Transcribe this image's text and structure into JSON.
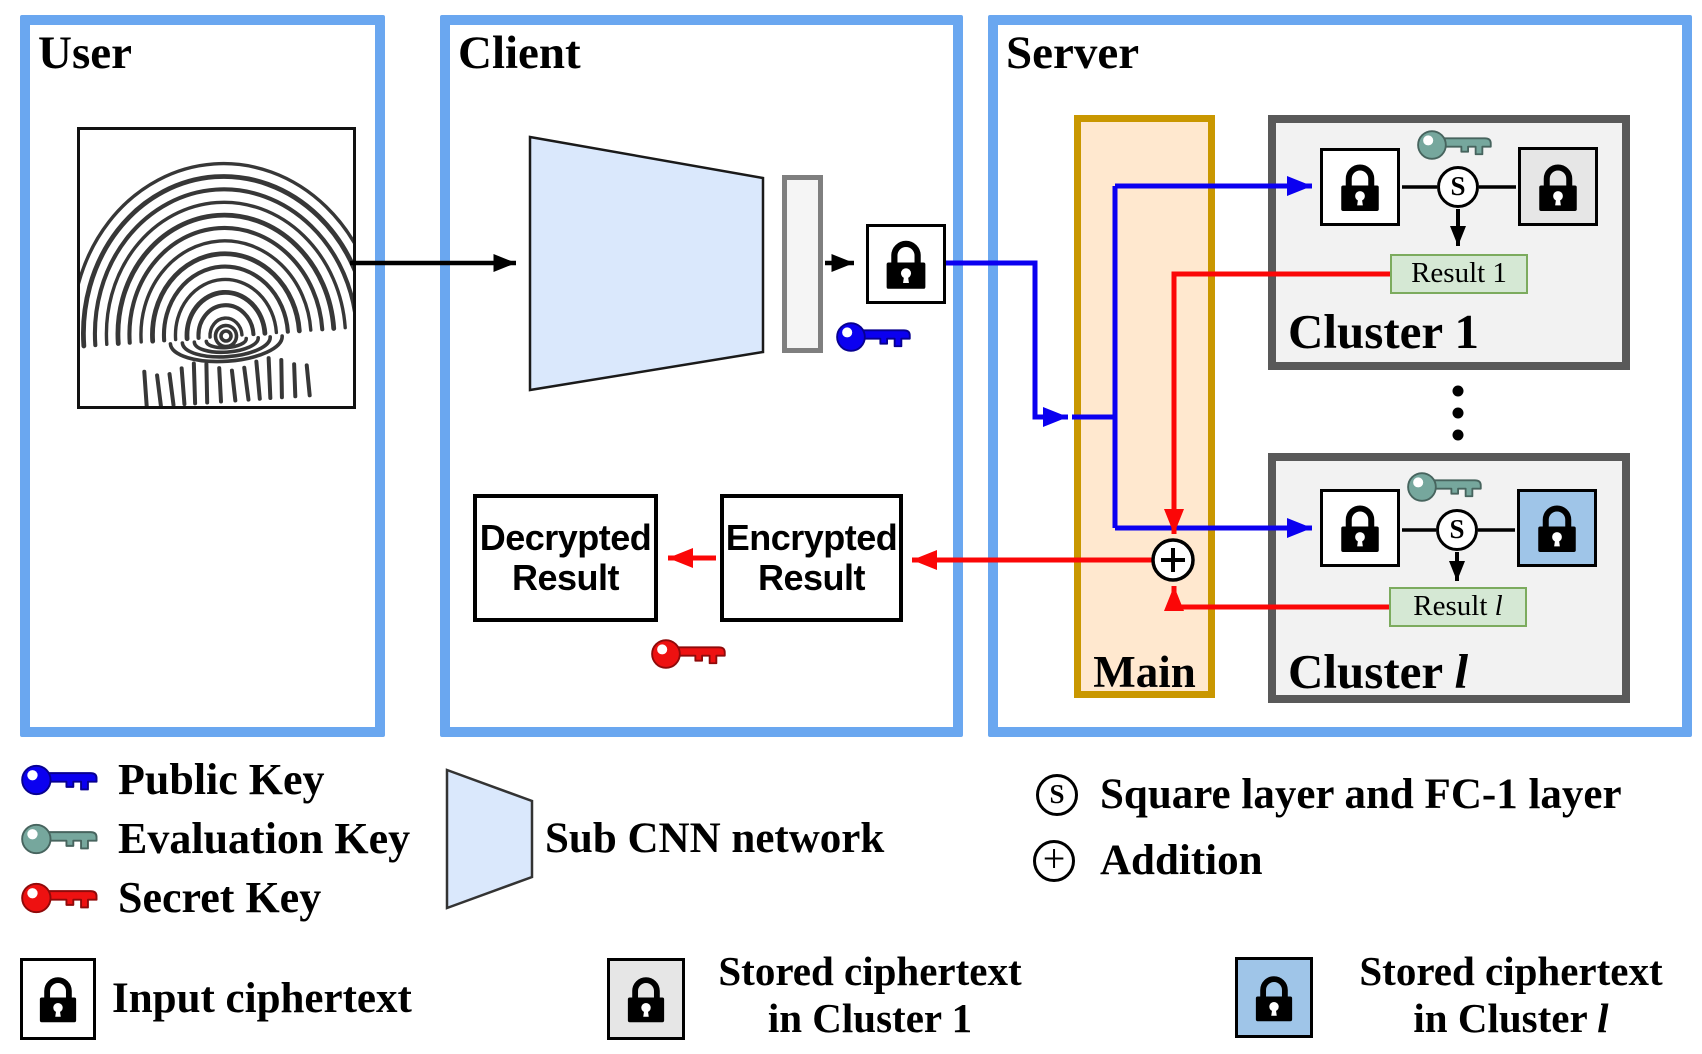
{
  "boxes": {
    "user": "User",
    "client": "Client",
    "server": "Server"
  },
  "client": {
    "decrypted_line1": "Decrypted",
    "decrypted_line2": "Result",
    "encrypted_line1": "Encrypted",
    "encrypted_line2": "Result"
  },
  "server": {
    "main": "Main",
    "cluster1": {
      "title": "Cluster 1",
      "s": "S",
      "result": "Result 1"
    },
    "cluster_l": {
      "title_prefix": "Cluster ",
      "title_italic": "l",
      "s": "S",
      "result_prefix": "Result ",
      "result_italic": "l"
    }
  },
  "legend": {
    "public_key": "Public Key",
    "evaluation_key": "Evaluation Key",
    "secret_key": "Secret Key",
    "sub_cnn": "Sub CNN network",
    "square_symbol": "S",
    "square_label": "Square layer and FC-1 layer",
    "addition_symbol": "+",
    "addition_label": "Addition",
    "input_ciphertext": "Input ciphertext",
    "stored_cluster1_line1": "Stored ciphertext",
    "stored_cluster1_line2": "in Cluster 1",
    "stored_clusterl_line1": "Stored ciphertext",
    "stored_clusterl_line2_prefix": "in Cluster ",
    "stored_clusterl_line2_italic": "l"
  },
  "colors": {
    "box_border": "#6aa7f0",
    "main_border": "#c99700",
    "main_fill": "#ffe8cf",
    "cluster_border": "#595959",
    "cluster_fill": "#f2f2f2",
    "result_fill": "#d5e8d4",
    "result_border": "#7cab5e",
    "cnn_fill": "#dae8fc",
    "fc_fill": "#f5f5f5",
    "fc_border": "#7f7f7f",
    "public_key": "#0b00f0",
    "evaluation_key": "#76a79d",
    "secret_key": "#ee1111",
    "stored_cluster1_fill": "#e6e6e6",
    "stored_clusterl_fill": "#9fc5e8",
    "blue_line": "#0b00f0",
    "red_line": "#fb0707"
  }
}
